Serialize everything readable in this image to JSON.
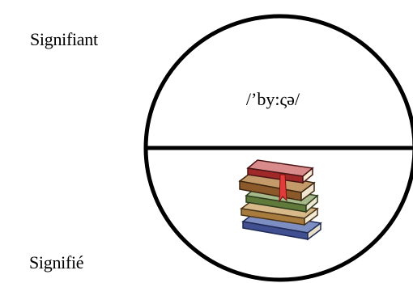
{
  "labels": {
    "signifiant": "Signifiant",
    "signifie": "Signifié"
  },
  "phonetic": "/’by:ςə/",
  "picture": {
    "icon": "stack-of-books-icon"
  },
  "colors": {
    "stroke": "#000000",
    "background": "#ffffff",
    "ribbon": "#e23b3b"
  }
}
